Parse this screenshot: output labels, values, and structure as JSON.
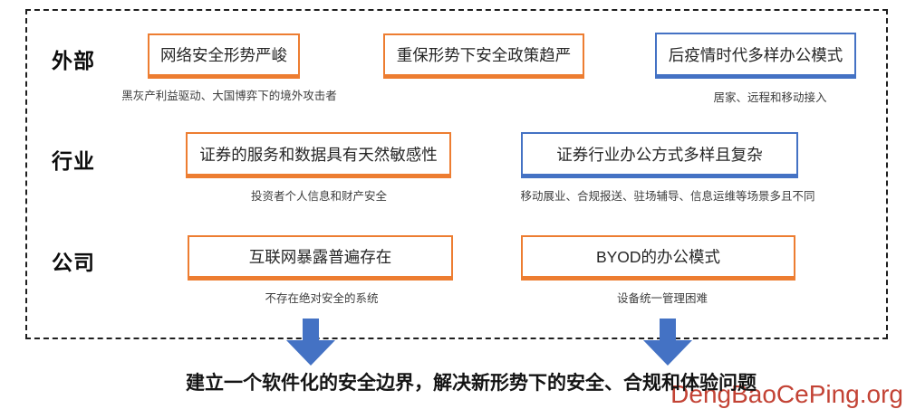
{
  "diagram": {
    "rows": [
      {
        "label": "外部",
        "boxes": [
          {
            "text": "网络安全形势严峻",
            "accent": "orange",
            "caption": "黑灰产利益驱动、大国博弈下的境外攻击者"
          },
          {
            "text": "重保形势下安全政策趋严",
            "accent": "orange",
            "caption": ""
          },
          {
            "text": "后疫情时代多样办公模式",
            "accent": "blue",
            "caption": "居家、远程和移动接入"
          }
        ]
      },
      {
        "label": "行业",
        "boxes": [
          {
            "text": "证券的服务和数据具有天然敏感性",
            "accent": "orange",
            "caption": "投资者个人信息和财产安全"
          },
          {
            "text": "证券行业办公方式多样且复杂",
            "accent": "blue",
            "caption": "移动展业、合规报送、驻场辅导、信息运维等场景多且不同"
          }
        ]
      },
      {
        "label": "公司",
        "boxes": [
          {
            "text": "互联网暴露普遍存在",
            "accent": "orange",
            "caption": "不存在绝对安全的系统"
          },
          {
            "text": "BYOD的办公模式",
            "accent": "orange",
            "caption": "设备统一管理困难"
          }
        ]
      }
    ],
    "conclusion": "建立一个软件化的安全边界，解决新形势下的安全、合规和体验问题",
    "watermark": "DengBaoCePing.org",
    "colors": {
      "orange_accent": "#ED7D31",
      "blue_accent": "#4472C4",
      "arrow_blue": "#4472C4",
      "watermark_red": "#C0392B",
      "frame_dash": "#1F1F1F",
      "text_dark": "#262626"
    }
  }
}
